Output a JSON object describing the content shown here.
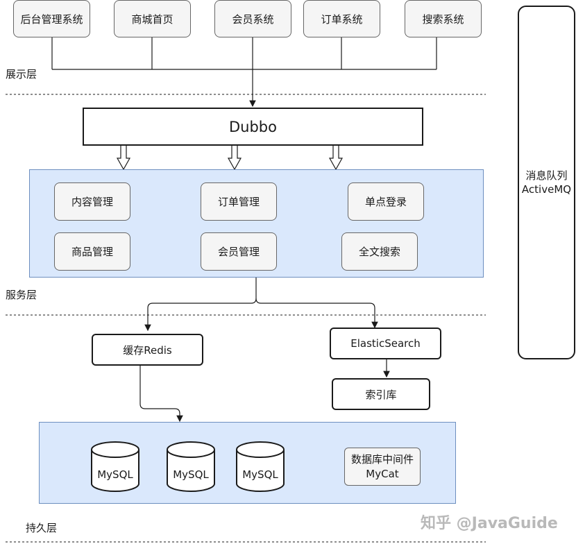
{
  "presentation": {
    "layer_label": "展示层",
    "systems": [
      "后台管理系统",
      "商城首页",
      "会员系统",
      "订单系统",
      "搜索系统"
    ]
  },
  "dubbo": {
    "label": "Dubbo"
  },
  "service": {
    "layer_label": "服务层",
    "modules": [
      "内容管理",
      "订单管理",
      "单点登录",
      "商品管理",
      "会员管理",
      "全文搜索"
    ]
  },
  "cache": {
    "label": "缓存Redis"
  },
  "search": {
    "elastic_label": "ElasticSearch",
    "index_label": "索引库"
  },
  "persistence": {
    "layer_label": "持久层",
    "databases": [
      "MySQL",
      "MySQL",
      "MySQL"
    ],
    "middleware": "数据库中间件\nMyCat"
  },
  "message_queue": {
    "label": "消息队列\nActiveMQ"
  },
  "watermark": "知乎 @JavaGuide"
}
